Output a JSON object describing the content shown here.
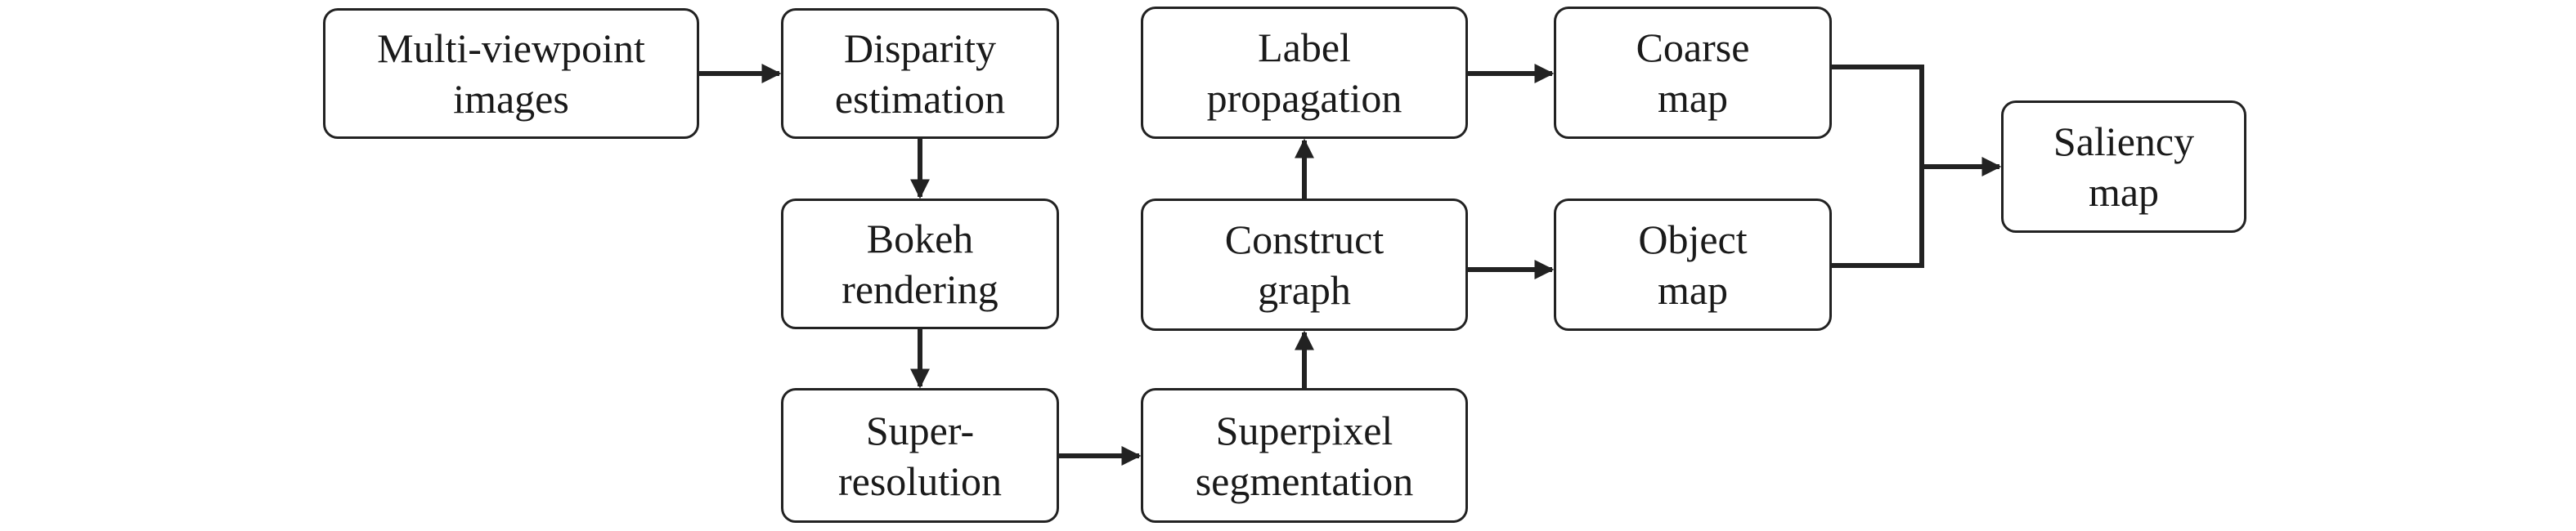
{
  "nodes": {
    "multi_viewpoint": {
      "line1": "Multi-viewpoint",
      "line2": "images"
    },
    "disparity": {
      "line1": "Disparity",
      "line2": "estimation"
    },
    "bokeh": {
      "line1": "Bokeh",
      "line2": "rendering"
    },
    "super_resolution": {
      "line1": "Super-",
      "line2": "resolution"
    },
    "superpixel": {
      "line1": "Superpixel",
      "line2": "segmentation"
    },
    "construct_graph": {
      "line1": "Construct",
      "line2": "graph"
    },
    "label_propagation": {
      "line1": "Label",
      "line2": "propagation"
    },
    "coarse_map": {
      "line1": "Coarse",
      "line2": "map"
    },
    "object_map": {
      "line1": "Object",
      "line2": "map"
    },
    "saliency_map": {
      "line1": "Saliency",
      "line2": "map"
    }
  },
  "edges": [
    {
      "from": "multi_viewpoint",
      "to": "disparity"
    },
    {
      "from": "disparity",
      "to": "bokeh"
    },
    {
      "from": "bokeh",
      "to": "super_resolution"
    },
    {
      "from": "super_resolution",
      "to": "superpixel"
    },
    {
      "from": "superpixel",
      "to": "construct_graph"
    },
    {
      "from": "construct_graph",
      "to": "label_propagation"
    },
    {
      "from": "label_propagation",
      "to": "coarse_map"
    },
    {
      "from": "construct_graph",
      "to": "object_map"
    },
    {
      "from": "coarse_map",
      "to": "saliency_map"
    },
    {
      "from": "object_map",
      "to": "saliency_map"
    }
  ],
  "colors": {
    "stroke": "#222222",
    "text": "#1a1a1a",
    "background": "#ffffff"
  }
}
